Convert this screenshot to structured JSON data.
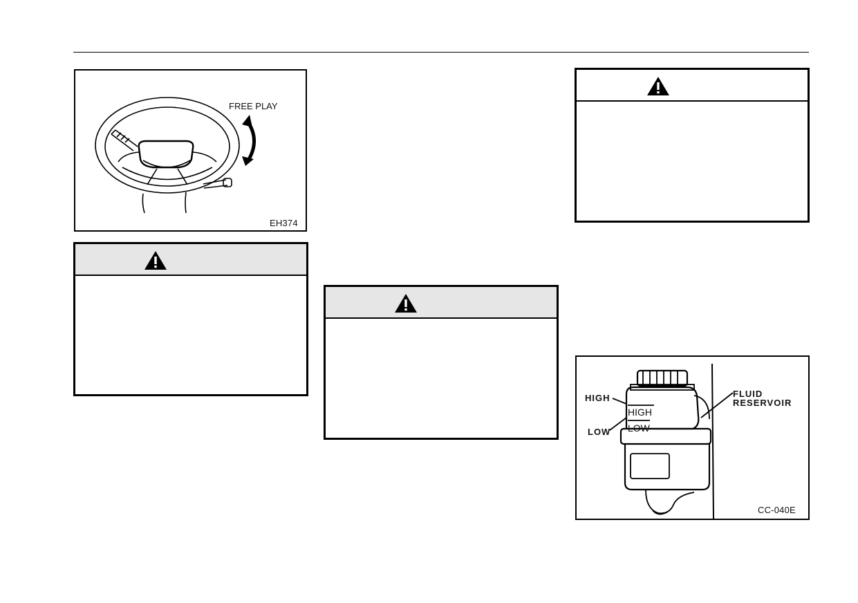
{
  "figures": {
    "steering": {
      "label": "FREE PLAY",
      "code": "EH374"
    },
    "reservoir": {
      "label_high": "HIGH",
      "label_low": "LOW",
      "mark_high": "HIGH",
      "mark_low": "LOW",
      "label_reservoir_line1": "FLUID",
      "label_reservoir_line2": "RESERVOIR",
      "code": "CC-040E"
    }
  },
  "warnings": {
    "icon": "warning-triangle-icon"
  }
}
